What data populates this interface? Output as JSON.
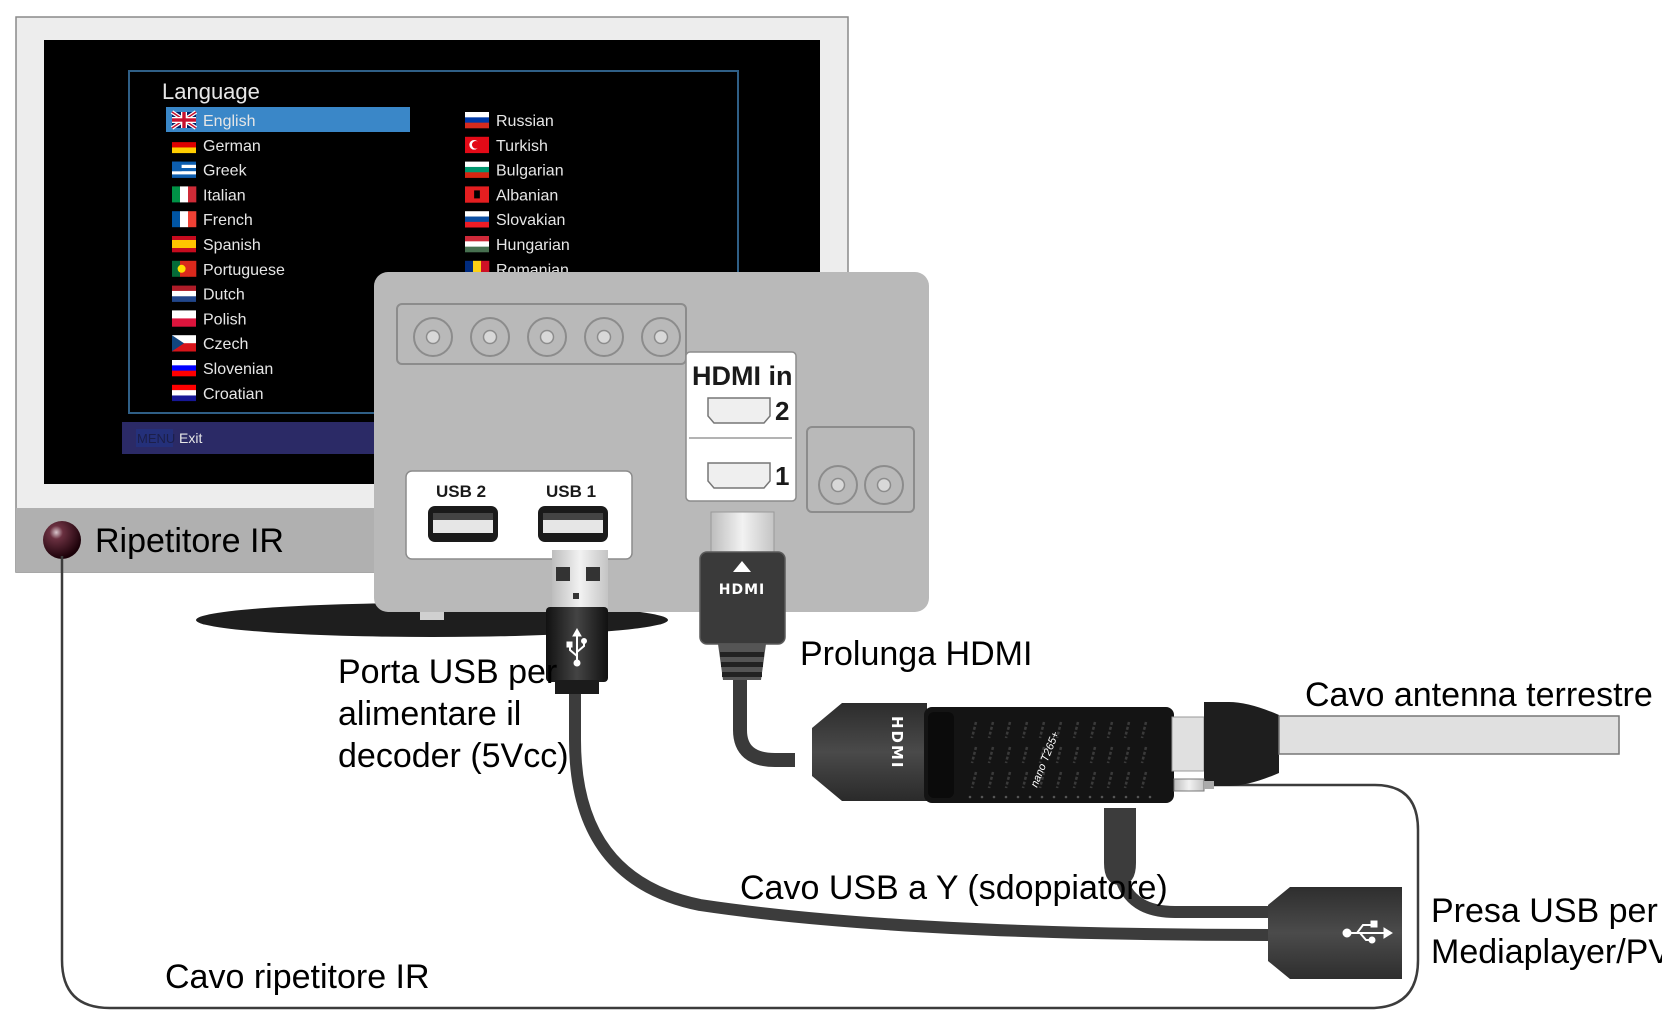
{
  "tv_menu": {
    "title": "Language",
    "selected": "English",
    "left_column": [
      {
        "label": "English",
        "flag": "uk"
      },
      {
        "label": "German",
        "flag": "de"
      },
      {
        "label": "Greek",
        "flag": "gr"
      },
      {
        "label": "Italian",
        "flag": "it"
      },
      {
        "label": "French",
        "flag": "fr"
      },
      {
        "label": "Spanish",
        "flag": "es"
      },
      {
        "label": "Portuguese",
        "flag": "pt"
      },
      {
        "label": "Dutch",
        "flag": "nl"
      },
      {
        "label": "Polish",
        "flag": "pl"
      },
      {
        "label": "Czech",
        "flag": "cz"
      },
      {
        "label": "Slovenian",
        "flag": "si"
      },
      {
        "label": "Croatian",
        "flag": "hr"
      }
    ],
    "right_column": [
      {
        "label": "Russian",
        "flag": "ru"
      },
      {
        "label": "Turkish",
        "flag": "tr"
      },
      {
        "label": "Bulgarian",
        "flag": "bg"
      },
      {
        "label": "Albanian",
        "flag": "al"
      },
      {
        "label": "Slovakian",
        "flag": "sk"
      },
      {
        "label": "Hungarian",
        "flag": "hu"
      },
      {
        "label": "Romanian",
        "flag": "ro"
      }
    ],
    "footer": {
      "key": "MENU",
      "action": "Exit"
    },
    "colors": {
      "highlight": "#3a87c8",
      "frame": "#2f5f86",
      "footer_bg": "#2b2a66"
    }
  },
  "tv_panel": {
    "usb_ports": [
      "USB 2",
      "USB 1"
    ],
    "hdmi_title": "HDMI in",
    "hdmi_ports": [
      "2",
      "1"
    ],
    "hdmi_plug_logo": "HDMI",
    "adapter_logo": "HDMI"
  },
  "decoder": {
    "model": "nano T265+"
  },
  "labels": {
    "ir_repeater": "Ripetitore IR",
    "usb_power": [
      "Porta USB per",
      "alimentare il",
      "decoder (5Vcc)"
    ],
    "hdmi_extension": "Prolunga HDMI",
    "antenna_cable": "Cavo antenna terrestre",
    "y_cable": "Cavo USB a Y (sdoppiatore)",
    "usb_socket": [
      "Presa USB per",
      "Mediaplayer/PVR"
    ],
    "ir_cable": "Cavo ripetitore IR"
  }
}
